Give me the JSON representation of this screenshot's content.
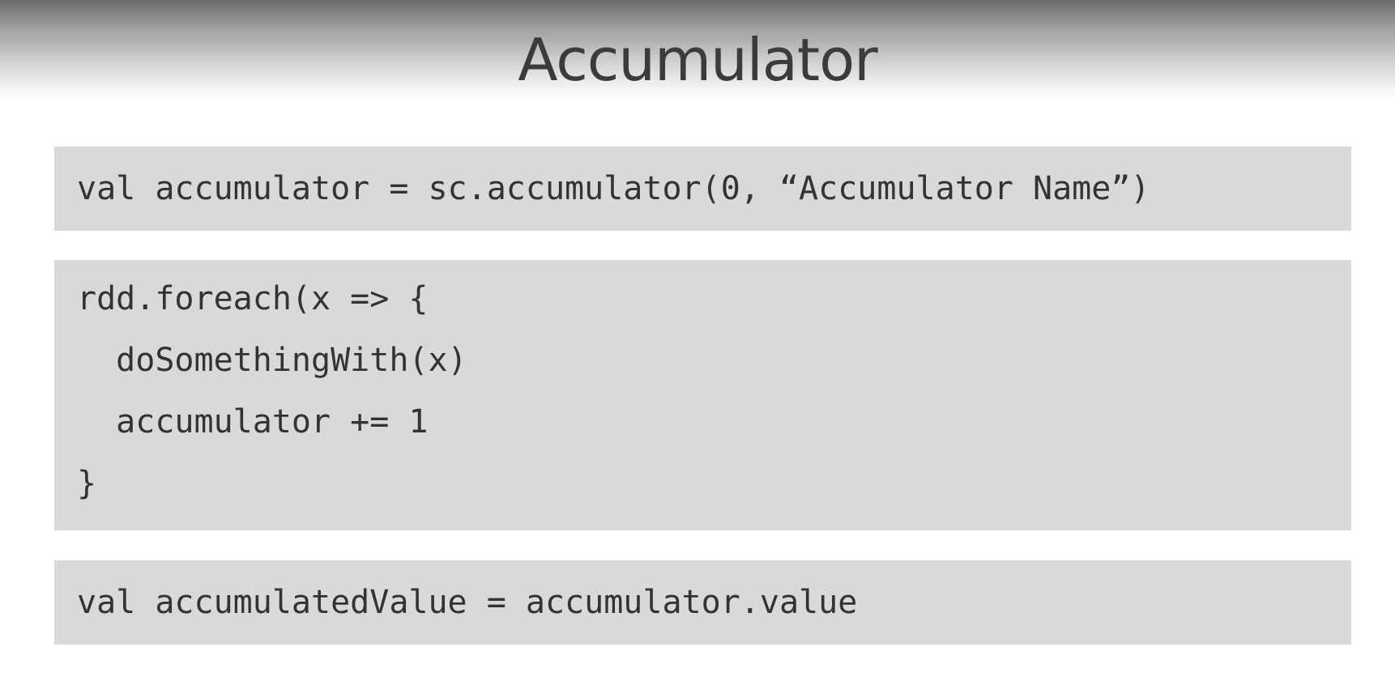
{
  "slide": {
    "title": "Accumulator"
  },
  "code_blocks": [
    {
      "lines": [
        "val accumulator = sc.accumulator(0, “Accumulator Name”)"
      ]
    },
    {
      "lines": [
        "rdd.foreach(x => {",
        "  doSomethingWith(x)",
        "  accumulator += 1",
        "}"
      ]
    },
    {
      "lines": [
        "val accumulatedValue = accumulator.value"
      ]
    }
  ]
}
